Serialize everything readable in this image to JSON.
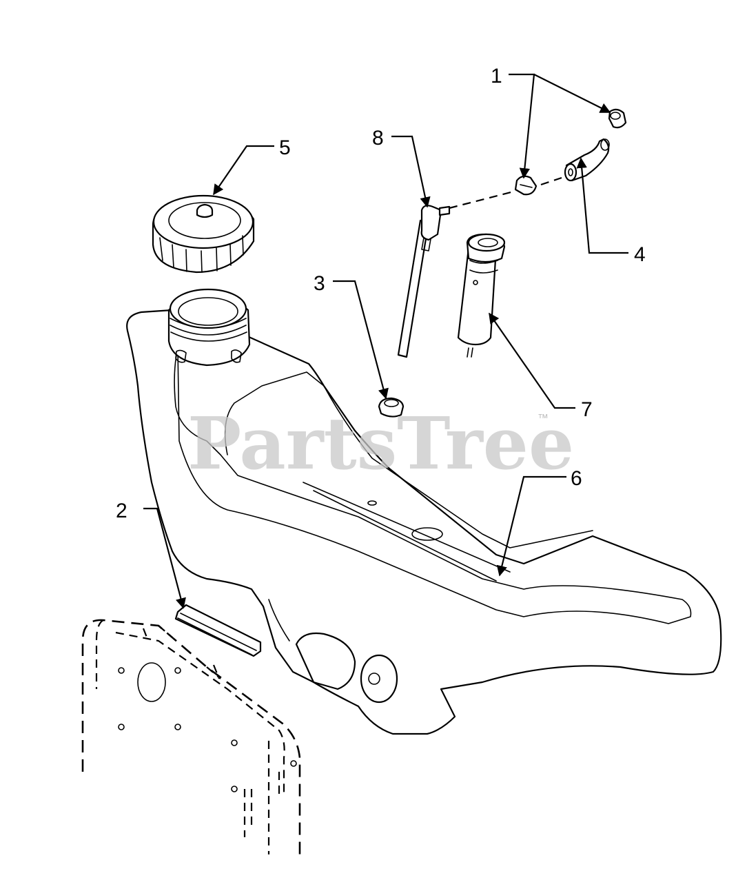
{
  "watermark": {
    "text": "PartsTree",
    "mark": "™"
  },
  "callouts": [
    {
      "number": "1",
      "part": "clamp"
    },
    {
      "number": "2",
      "part": "foam-strip"
    },
    {
      "number": "3",
      "part": "grommet"
    },
    {
      "number": "4",
      "part": "fuel-hose"
    },
    {
      "number": "5",
      "part": "fuel-cap"
    },
    {
      "number": "6",
      "part": "fuel-tank"
    },
    {
      "number": "7",
      "part": "fuel-gauge-sender"
    },
    {
      "number": "8",
      "part": "fuel-pickup-tube"
    }
  ],
  "colors": {
    "line": "#000000",
    "background": "#ffffff",
    "watermark": "#c8c8c8"
  }
}
